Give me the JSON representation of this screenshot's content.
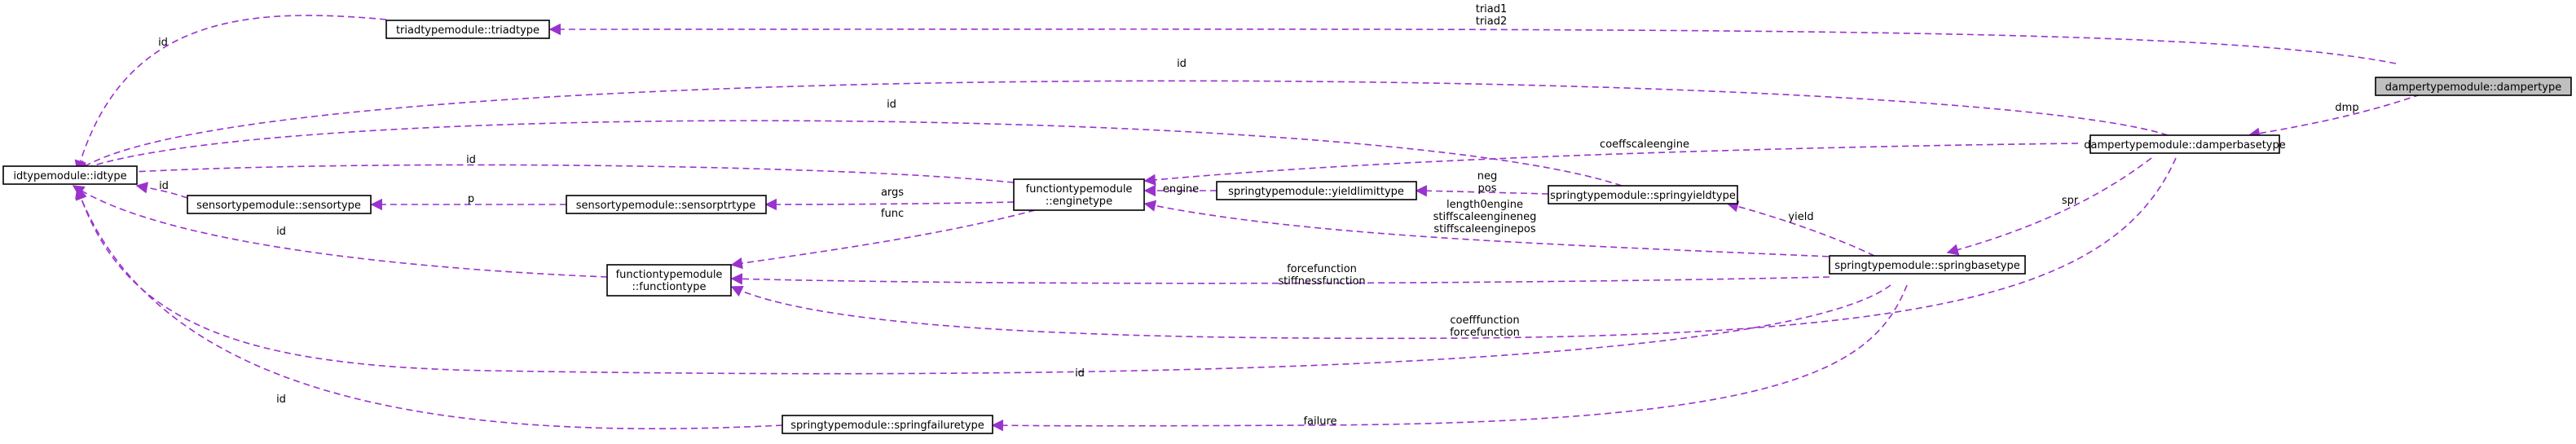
{
  "nodes": {
    "dampertype": "dampertypemodule::dampertype",
    "triadtype": "triadtypemodule::triadtype",
    "damperbasetype": "dampertypemodule::damperbasetype",
    "idtype": "idtypemodule::idtype",
    "sensortype": "sensortypemodule::sensortype",
    "sensorptrtype": "sensortypemodule::sensorptrtype",
    "enginetype_line1": "functiontypemodule",
    "enginetype_line2": "::enginetype",
    "yieldlimittype": "springtypemodule::yieldlimittype",
    "springyieldtype": "springtypemodule::springyieldtype",
    "functiontype_line1": "functiontypemodule",
    "functiontype_line2": "::functiontype",
    "springbasetype": "springtypemodule::springbasetype",
    "springfailuretype": "springtypemodule::springfailuretype"
  },
  "edge_labels": {
    "triad_1": "triad1",
    "triad_2": "triad2",
    "triad_id": "id",
    "dmp": "dmp",
    "damper_id": "id",
    "yield_id": "id",
    "coeffscaleengine": "coeffscaleengine",
    "engine_id": "id",
    "args": "args",
    "func": "func",
    "p": "p",
    "sensor_id": "id",
    "engine": "engine",
    "neg": "neg",
    "pos": "pos",
    "spr": "spr",
    "yield": "yield",
    "length0": "length0engine",
    "stiffneg": "stiffscaleengineneg",
    "stiffpos": "stiffscaleenginepos",
    "function_id": "id",
    "forcefunction": "forcefunction",
    "stiffnessfunction": "stiffnessfunction",
    "coefffunction": "coefffunction",
    "forcefunction2": "forcefunction",
    "spring_id": "id",
    "failure_id": "id",
    "failure": "failure"
  }
}
